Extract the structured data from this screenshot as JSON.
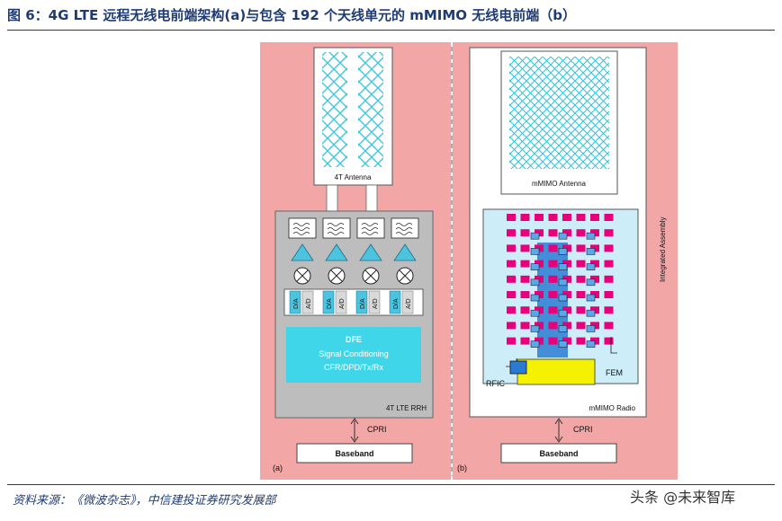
{
  "header": {
    "title": "图 6：4G LTE 远程无线电前端架构(a)与包含 192 个天线单元的 mMIMO 无线电前端（b）"
  },
  "footer": {
    "source": "资料来源：《微波杂志》，中信建投证券研究发展部",
    "watermark": "头条 @未来智库"
  },
  "panel_a": {
    "tag": "(a)",
    "antenna_label": "4T Antenna",
    "rrh_label": "4T LTE RRH",
    "converter_labels": [
      "D/A",
      "A/D"
    ],
    "dfe": {
      "title": "DFE",
      "line1": "Signal Conditioning",
      "line2": "CFR/DPD/Tx/Rx"
    },
    "link_label": "CPRI",
    "baseband_label": "Baseband"
  },
  "panel_b": {
    "tag": "(b)",
    "antenna_label": "mMIMO Antenna",
    "radio_label": "mMIMO Radio",
    "assembly_label": "Integrated Assembly",
    "rfic_label": "RFIC",
    "fem_label": "FEM",
    "link_label": "CPRI",
    "baseband_label": "Baseband"
  },
  "colors": {
    "background_pink": "#f2a6a6",
    "rrh_gray": "#bdbdbd",
    "antenna_cyan": "#5fe0ee",
    "radio_light_blue": "#cdeef9",
    "element_magenta": "#e8007a",
    "chip_blue": "#2a7bd4",
    "rfic_yellow": "#f4f200",
    "title_navy": "#1f3b73"
  }
}
